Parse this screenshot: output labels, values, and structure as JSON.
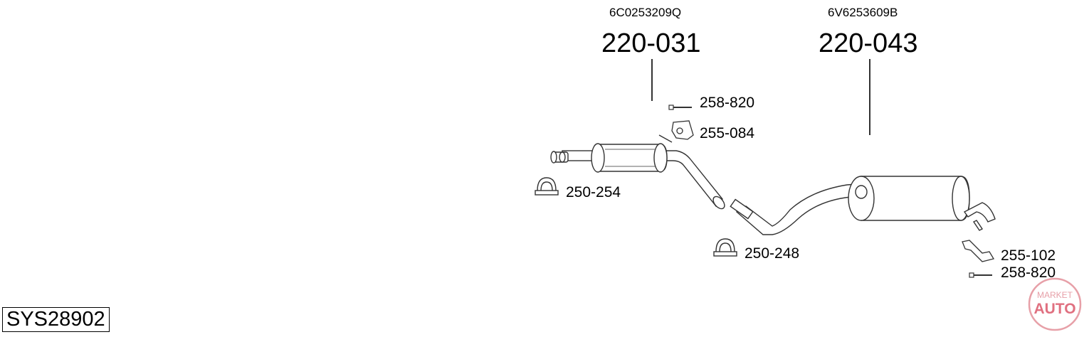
{
  "system_code": "SYS28902",
  "parts": {
    "front_muffler": {
      "oem": "6C0253209Q",
      "number": "220-031"
    },
    "rear_muffler": {
      "oem": "6V6253609B",
      "number": "220-043"
    },
    "bolt_front": "258-820",
    "hanger_front": "255-084",
    "clamp_front": "250-254",
    "clamp_mid": "250-248",
    "hanger_rear": "255-102",
    "bolt_rear": "258-820"
  },
  "logo": {
    "line1": "MARKET",
    "line2": "AUTO",
    "color": "#e05060"
  }
}
